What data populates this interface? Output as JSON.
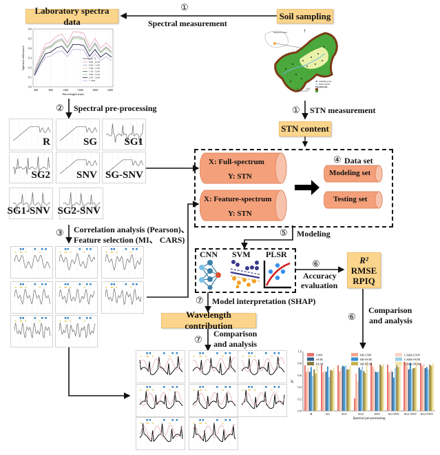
{
  "nodes": {
    "lab_spectra": "Laboratory spectra data",
    "soil_sampling": "Soil sampling",
    "stn_content": "STN content",
    "wavelength_contribution": "Wavelength contribution",
    "metrics": {
      "r2": "R²",
      "rmse": "RMSE",
      "rpiq": "RPIQ"
    }
  },
  "edges": {
    "spectral_measurement": {
      "step": "①",
      "label": "Spectral measurement"
    },
    "stn_measurement": {
      "step": "①",
      "label": "STN measurement"
    },
    "preprocessing": {
      "step": "②",
      "label": "Spectral pre-processing"
    },
    "feature_selection": {
      "step": "③",
      "line1": "Correlation analysis (Pearson)、",
      "line2": "Feature selection (MI、 CARS)"
    },
    "modeling": {
      "step": "⑤",
      "label": "Modeling"
    },
    "accuracy": {
      "step": "⑥",
      "line1": "Accuracy",
      "line2": "evaluation"
    },
    "comparison_right": {
      "step": "⑥",
      "line1": "Comparison",
      "line2": "and analysis"
    },
    "interpretation": {
      "step": "⑦",
      "label": "Model interpretation (SHAP)"
    },
    "comparison_mid": {
      "step": "⑦",
      "line1": "Comparison",
      "line2": "and analysis"
    }
  },
  "dataset": {
    "title_step": "④",
    "title": "Data set",
    "full": {
      "x": "X: Full-spectrum",
      "y": "Y: STN"
    },
    "feature": {
      "x": "X: Feature-spectrum",
      "y": "Y: STN"
    },
    "modeling_set": "Modeling set",
    "testing_set": "Testing set"
  },
  "models": [
    "CNN",
    "SVM",
    "PLSR"
  ],
  "preprocessing_methods": [
    "R",
    "SG",
    "SG1",
    "SG2",
    "SNV",
    "SG-SNV",
    "SG1-SNV",
    "SG2-SNV"
  ],
  "spectra_plot": {
    "ylabel": "Spectral reflectance",
    "xlabel": "Wavelength (nm)",
    "xticks": [
      "400",
      "800",
      "1200",
      "1600",
      "2000",
      "2400"
    ],
    "yticks": [
      "0.0",
      "0.1",
      "0.2",
      "0.3",
      "0.4",
      "0.5",
      "0.6"
    ],
    "legend_title": "STN (g kg⁻¹)",
    "legend": [
      "0.00 – 0.50",
      "0.50 – 1.00",
      "1.00 – 1.50",
      "1.50 – 2.00",
      "2.00 – 2.50",
      "2.50 – 3.00",
      "> 3.00"
    ]
  },
  "map": {
    "province": "Jiangxi Province",
    "legend": [
      "Sampling point",
      "Water system",
      "Elevation (m)"
    ],
    "scale": [
      "0",
      "5 km"
    ]
  },
  "chart_data": {
    "type": "bar",
    "title": "",
    "xlabel": "Spectral pre-processing",
    "ylabel": "R²",
    "ylim": [
      0,
      1.0
    ],
    "yticks": [
      "0.0",
      "0.2",
      "0.4",
      "0.6",
      "0.8",
      "1.0"
    ],
    "legend_position": "top-left",
    "categories": [
      "R",
      "SG",
      "SG1",
      "SG2",
      "SNV",
      "SG-SNV",
      "SG1-SNV",
      "SG2-SNV"
    ],
    "series": [
      {
        "name": "CNN",
        "color": "#e8736b",
        "values": [
          0.77,
          0.77,
          0.77,
          0.21,
          0.81,
          0.78,
          0.83,
          0.8
        ]
      },
      {
        "name": "MI-CNN",
        "color": "#f6a58e",
        "values": [
          0.66,
          0.65,
          0.67,
          0.63,
          0.75,
          0.65,
          0.82,
          0.76
        ]
      },
      {
        "name": "CARS-CNN",
        "color": "#fbd3c6",
        "values": [
          0.73,
          0.68,
          0.72,
          0.5,
          0.7,
          0.7,
          0.82,
          0.79
        ]
      },
      {
        "name": "SVM",
        "color": "#2e5f8a",
        "values": [
          0.66,
          0.66,
          0.76,
          0.73,
          0.66,
          0.66,
          0.7,
          0.72
        ]
      },
      {
        "name": "MI-SVM",
        "color": "#3a8fcf",
        "values": [
          0.74,
          0.75,
          0.75,
          0.69,
          0.65,
          0.56,
          0.81,
          0.74
        ]
      },
      {
        "name": "CARS-SVM",
        "color": "#9ccde8",
        "values": [
          0.59,
          0.57,
          0.77,
          0.75,
          0.67,
          0.72,
          0.7,
          0.7
        ]
      },
      {
        "name": "PLSR",
        "color": "#8a7a3c",
        "values": [
          0.7,
          0.69,
          0.7,
          0.67,
          0.78,
          0.78,
          0.72,
          0.78
        ]
      },
      {
        "name": "MI-PLSR",
        "color": "#c4b04a",
        "values": [
          0.63,
          0.68,
          0.7,
          0.64,
          0.75,
          0.74,
          0.73,
          0.76
        ]
      },
      {
        "name": "CARS-PLSR",
        "color": "#efe3a8",
        "values": [
          0.78,
          0.73,
          0.76,
          0.83,
          0.79,
          0.8,
          0.83,
          0.8
        ]
      }
    ]
  }
}
